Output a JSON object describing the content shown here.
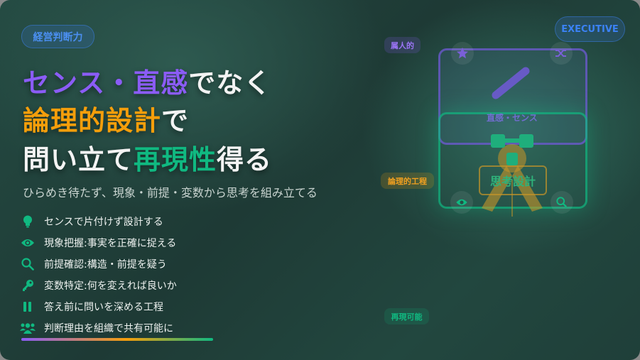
{
  "badge": "経営判断力",
  "executive": "EXECUTIVE",
  "title": {
    "l1a": "センス・直感",
    "l1b": "でなく",
    "l2a": "論理的設計",
    "l2b": "で",
    "l3a": "問い立て",
    "l3b": "再現性",
    "l3c": "得る"
  },
  "subtitle": "ひらめき待たず、現象・前提・変数から思考を組み立てる",
  "items": [
    {
      "icon": "lightbulb-icon",
      "label": "センスで片付けず設計する"
    },
    {
      "icon": "eye-icon",
      "label": "現象把握:事実を正確に捉える"
    },
    {
      "icon": "search-icon",
      "label": "前提確認:構造・前提を疑う"
    },
    {
      "icon": "key-icon",
      "label": "変数特定:何を変えれば良いか"
    },
    {
      "icon": "pause-icon",
      "label": "答え前に問いを深める工程"
    },
    {
      "icon": "users-icon",
      "label": "判断理由を組織で共有可能に"
    }
  ],
  "diagram": {
    "tag_personal": "属人的",
    "tag_logic": "論理的工程",
    "tag_repro": "再現可能",
    "sense_label": "直感・センス",
    "think_label": "思考設計"
  },
  "colors": {
    "purple": "#8b5cf6",
    "gold": "#f59e0b",
    "green": "#10b981",
    "blue": "#3b82f6"
  }
}
